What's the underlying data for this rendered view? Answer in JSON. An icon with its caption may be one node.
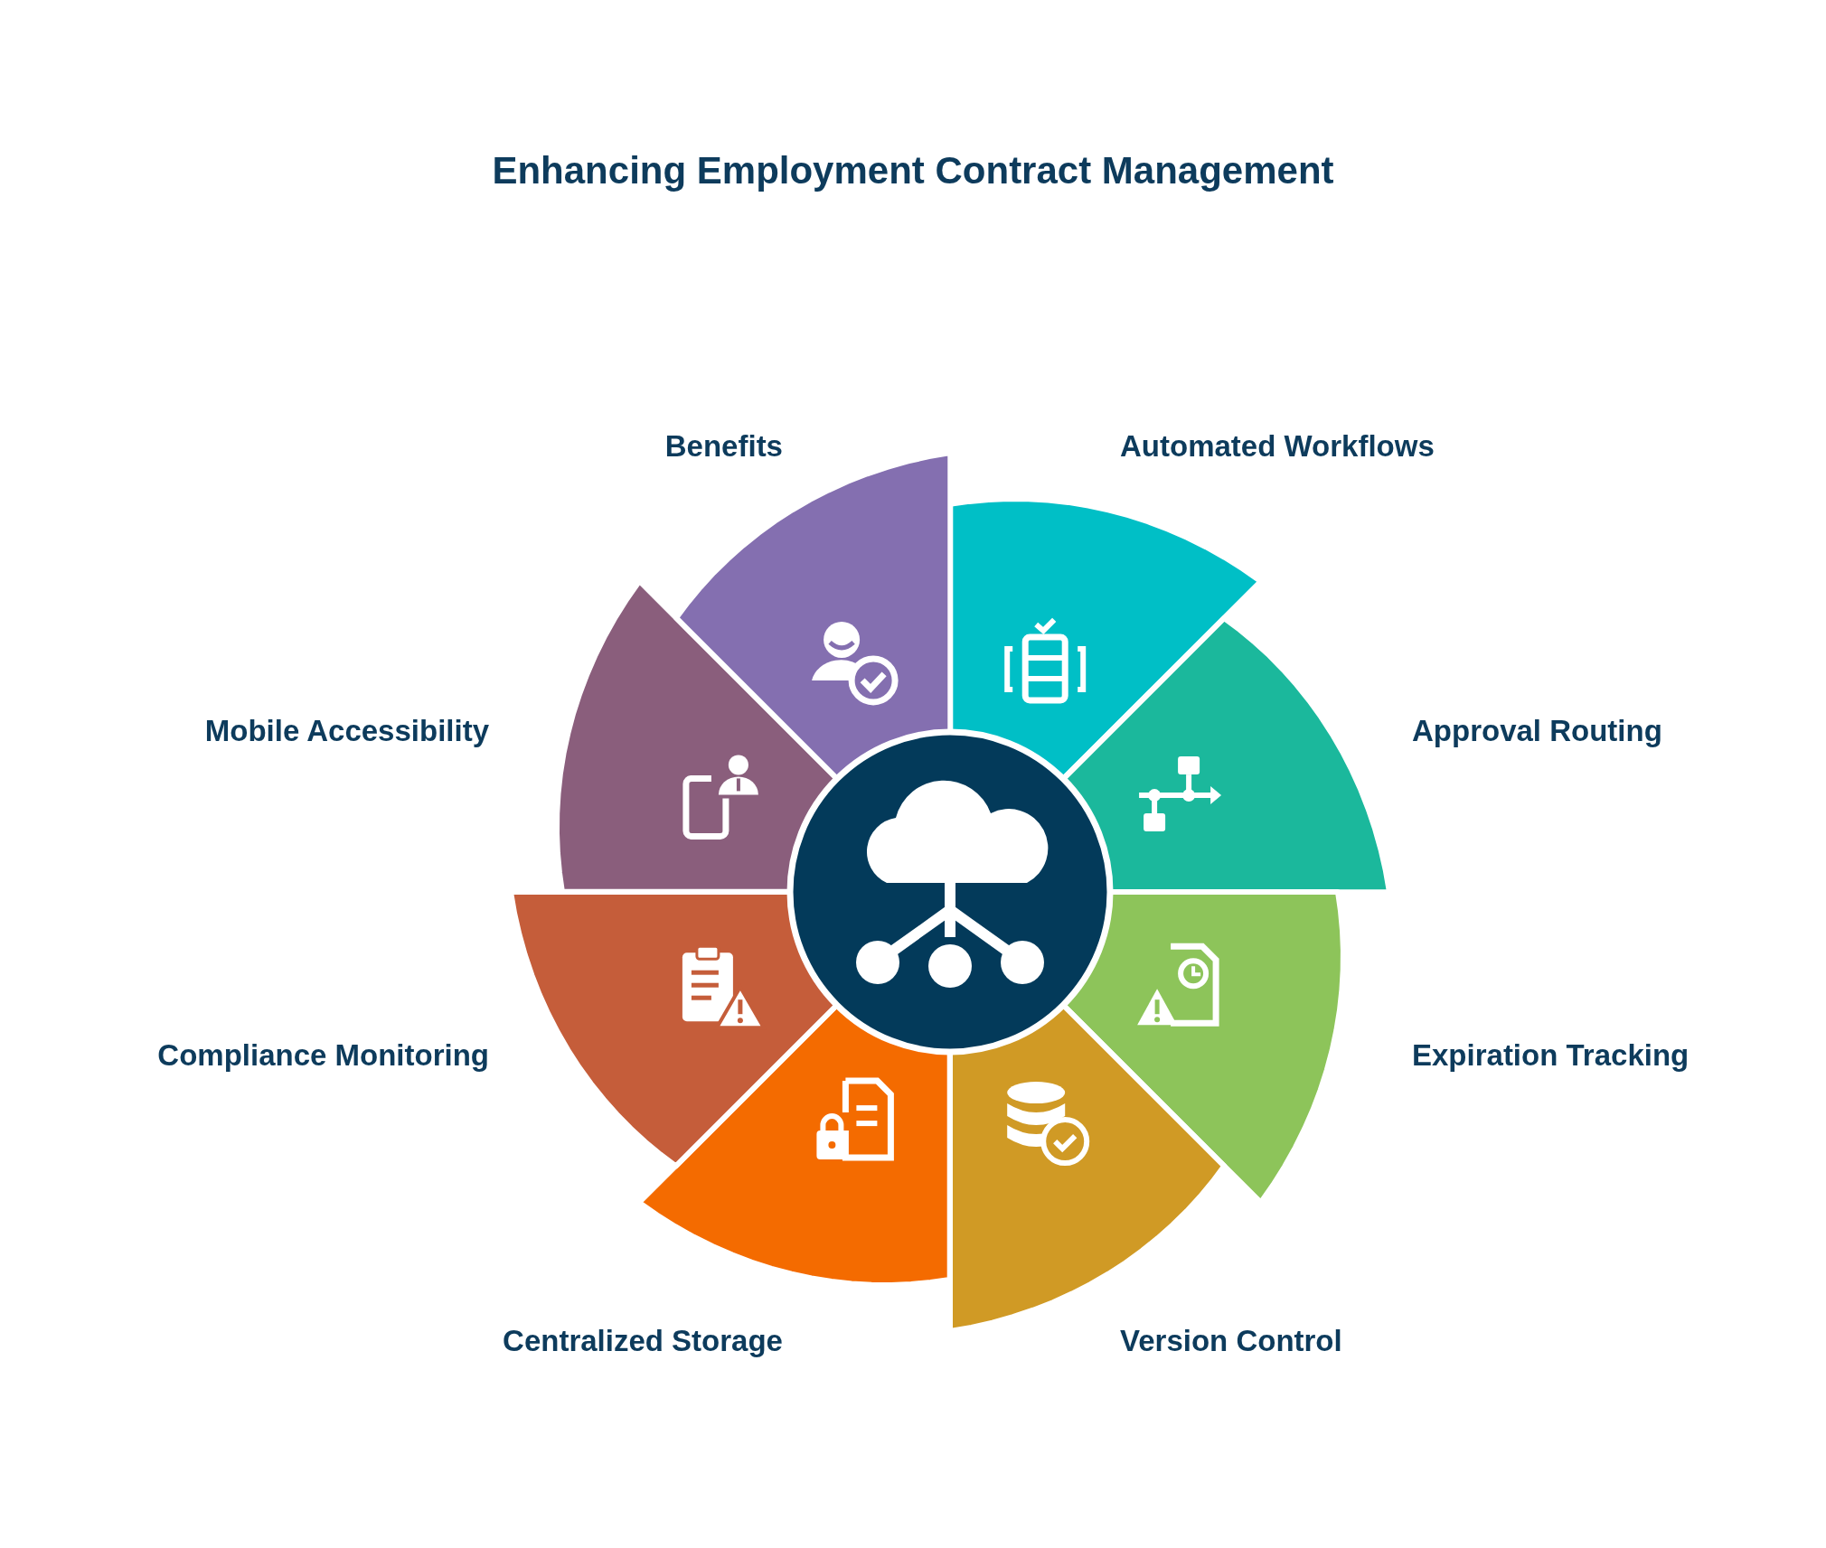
{
  "diagram": {
    "title": "Enhancing Employment Contract Management",
    "nodes": [
      {
        "text": [],
        "shape": "circle"
      },
      {
        "text": [
          "Automated Workflows"
        ]
      },
      {
        "text": [
          "Approval Routing"
        ]
      },
      {
        "text": [
          "Expiration Tracking"
        ]
      },
      {
        "text": [
          "Version Control"
        ]
      },
      {
        "text": [
          "Centralized Storage"
        ]
      },
      {
        "text": [
          "Compliance Monitoring"
        ]
      },
      {
        "text": [
          "Mobile Accessibility"
        ]
      },
      {
        "text": [
          "Benefits"
        ]
      }
    ],
    "edges": []
  }
}
